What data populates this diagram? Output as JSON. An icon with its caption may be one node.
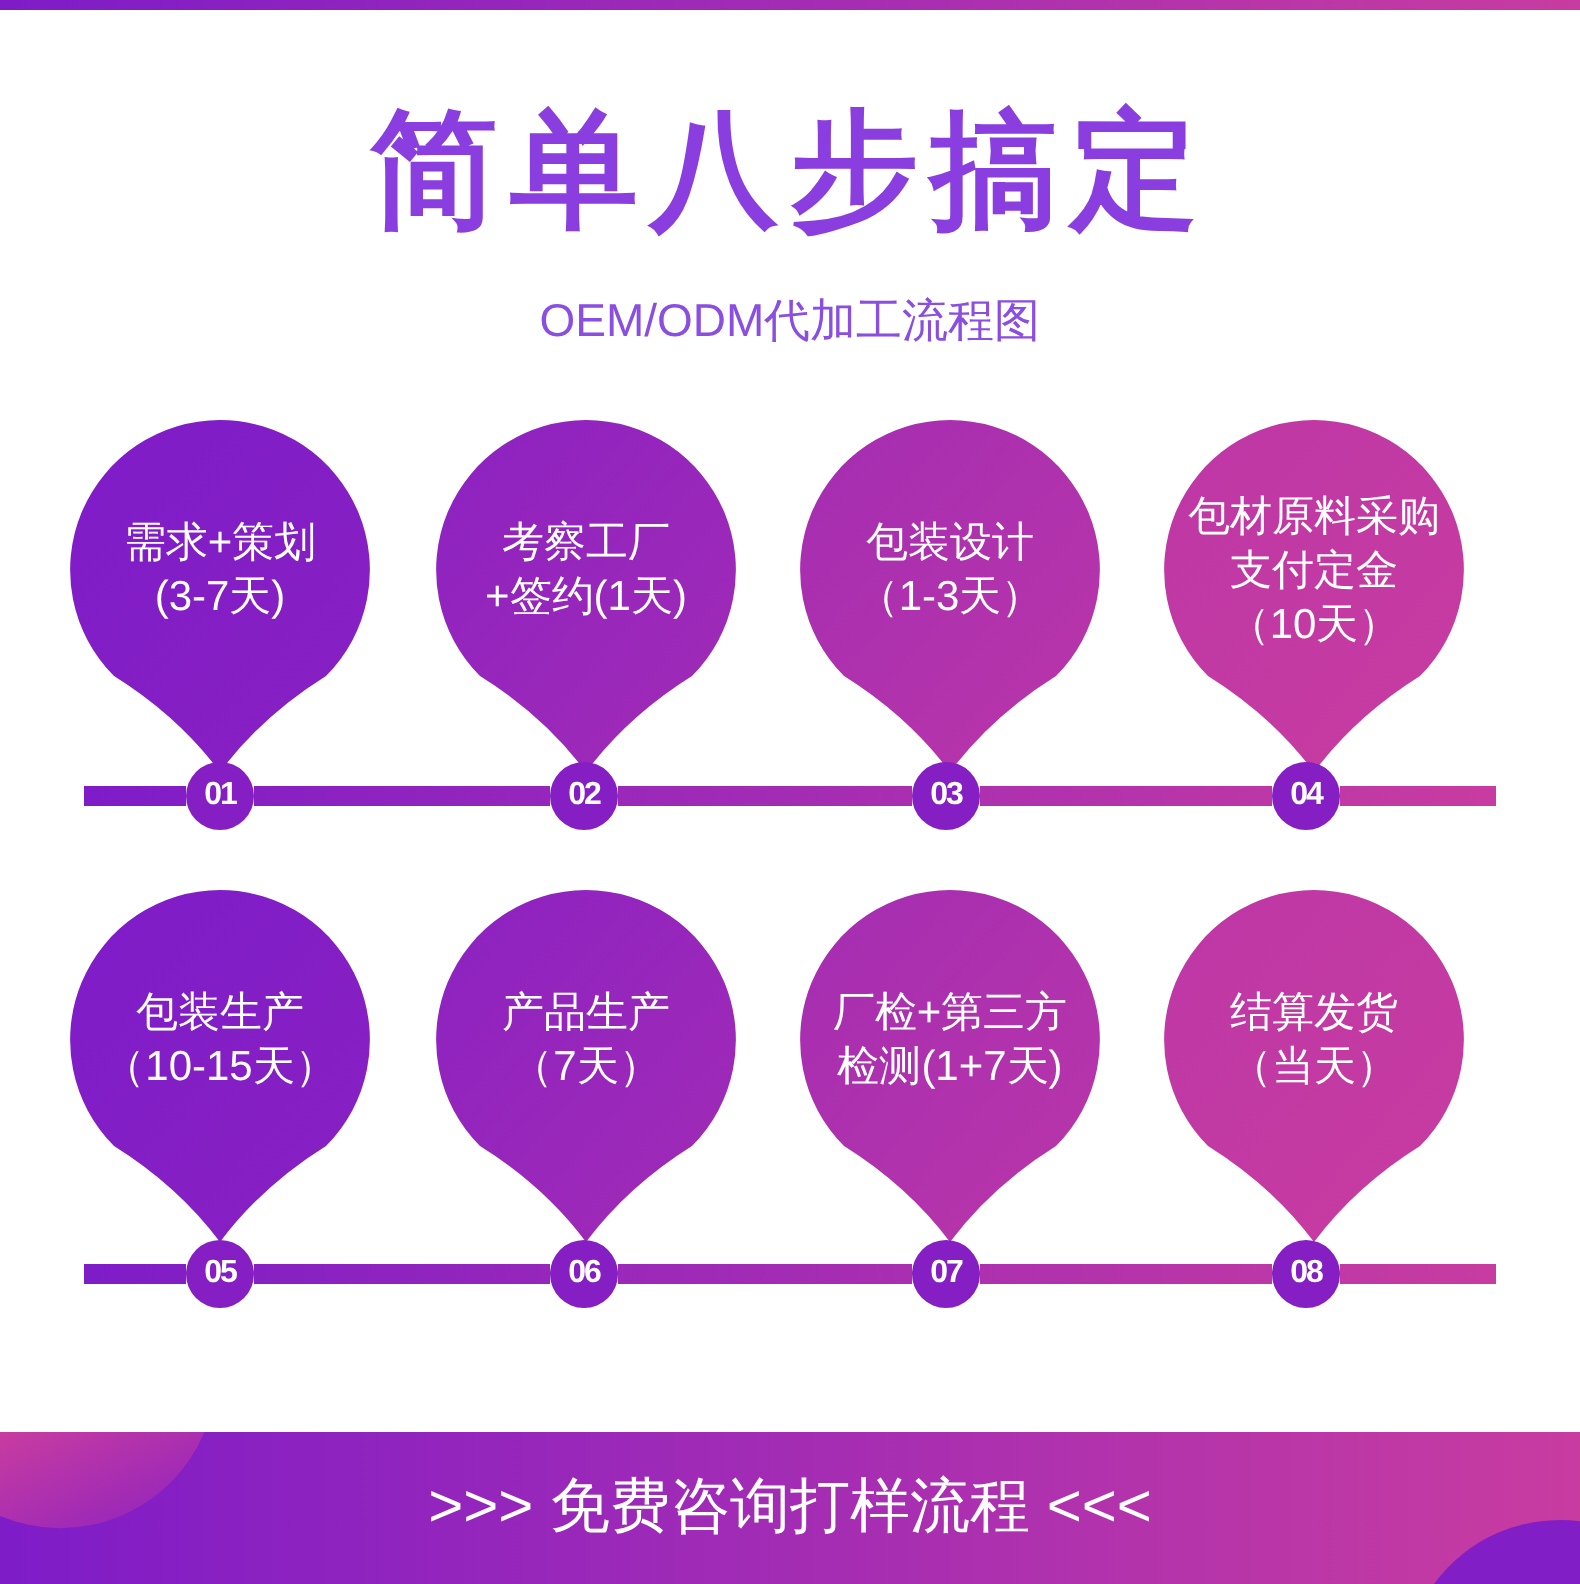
{
  "diagram": {
    "title": "简单八步搞定",
    "nodes": [
      {
        "text": [
          "需求+策划(3-7天)"
        ]
      },
      {
        "text": [
          "考察工厂+签约(1天)"
        ]
      },
      {
        "text": [
          "包装设计（1-3天）"
        ]
      },
      {
        "text": [
          "包材原料采购支付定金（10天）"
        ]
      },
      {
        "text": [
          "包装生产（10-15天）"
        ]
      },
      {
        "text": [
          "产品生产（7天）"
        ]
      },
      {
        "text": [
          "厂检+第三方检测(1+7天)"
        ]
      },
      {
        "text": [
          "结算发货（当天）"
        ]
      },
      {
        "text": [
          "01"
        ]
      },
      {
        "text": [
          "02"
        ]
      },
      {
        "text": [
          "03"
        ]
      },
      {
        "text": [
          "04"
        ]
      },
      {
        "text": [
          "05"
        ]
      },
      {
        "text": [
          "06"
        ]
      },
      {
        "text": [
          "07"
        ]
      },
      {
        "text": [
          "08"
        ]
      },
      {
        "text": [
          ">>> 免费咨询打样流程 <<<"
        ]
      }
    ],
    "edges": [
      {
        "from": 8,
        "to": 9,
        "arrow": "none",
        "style": "thick"
      },
      {
        "from": 9,
        "to": 10,
        "arrow": "none",
        "style": "thick"
      },
      {
        "from": 10,
        "to": 11,
        "arrow": "none",
        "style": "thick"
      },
      {
        "from": 12,
        "to": 13,
        "arrow": "none",
        "style": "thick"
      },
      {
        "from": 13,
        "to": 14,
        "arrow": "none",
        "style": "thick"
      },
      {
        "from": 14,
        "to": 15,
        "arrow": "none",
        "style": "thick"
      }
    ],
    "labels": [
      "OEM/ODM代加工流程图"
    ]
  }
}
